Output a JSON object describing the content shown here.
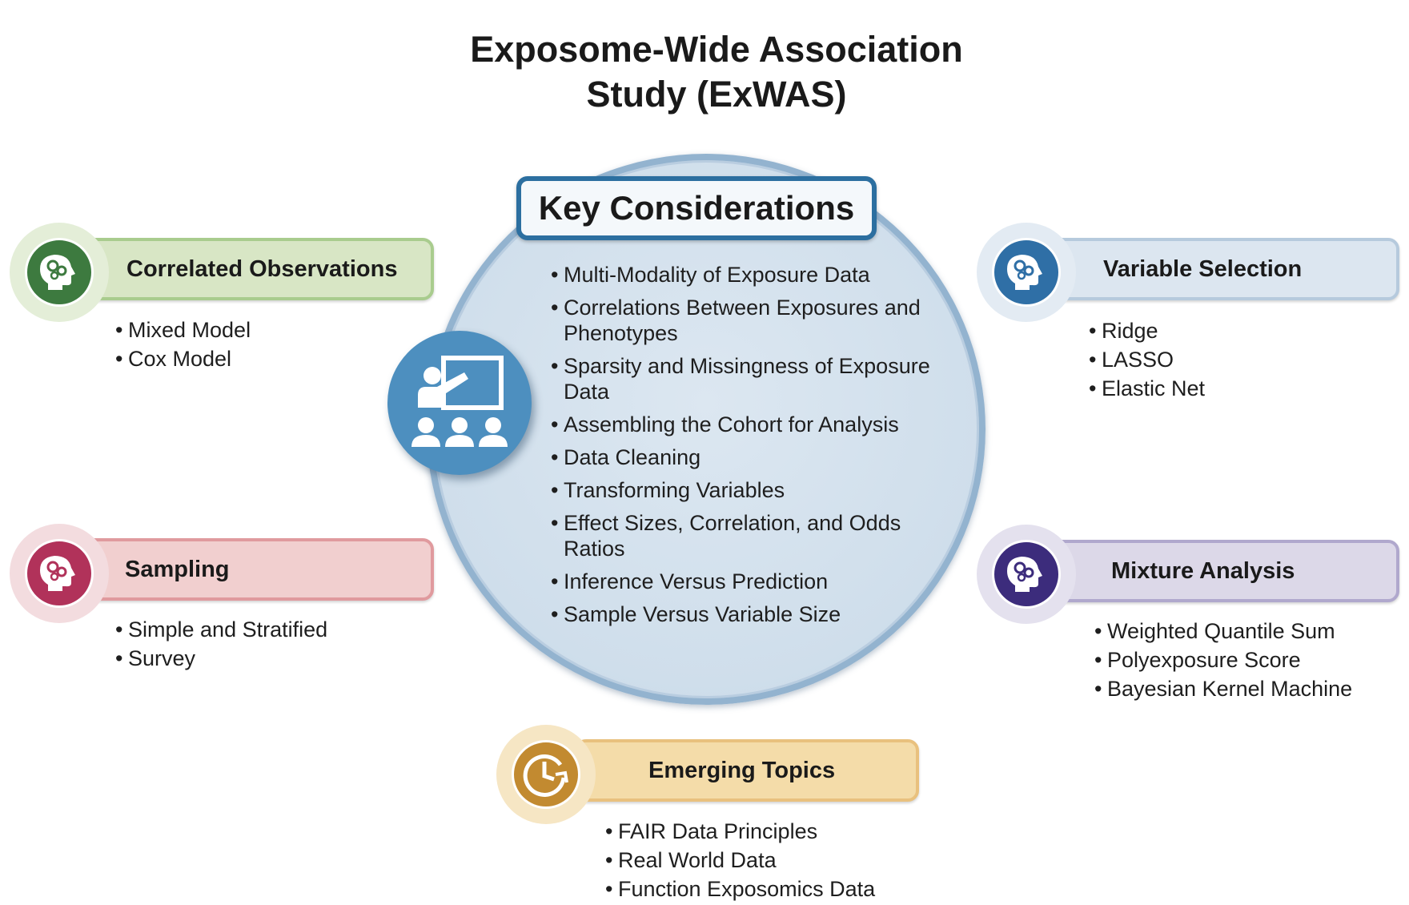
{
  "title": {
    "line1": "Exposome-Wide Association",
    "line2": "Study (ExWAS)"
  },
  "center": {
    "heading": "Key Considerations",
    "items": [
      "Multi-Modality of Exposure Data",
      "Correlations Between Exposures and Phenotypes",
      "Sparsity and Missingness of Exposure Data",
      "Assembling the Cohort for Analysis",
      "Data Cleaning",
      "Transforming Variables",
      "Effect Sizes, Correlation, and Odds Ratios",
      "Inference Versus Prediction",
      "Sample Versus Variable Size"
    ]
  },
  "topics": {
    "correlated": {
      "label": "Correlated Observations",
      "items": [
        "Mixed Model",
        "Cox Model"
      ],
      "icon": "head-gears-icon",
      "color": "#3d7a3f"
    },
    "sampling": {
      "label": "Sampling",
      "items": [
        "Simple and Stratified",
        "Survey"
      ],
      "icon": "head-gears-icon",
      "color": "#b1325a"
    },
    "variable": {
      "label": "Variable Selection",
      "items": [
        "Ridge",
        "LASSO",
        "Elastic Net"
      ],
      "icon": "head-gears-icon",
      "color": "#2f6fa6"
    },
    "mixture": {
      "label": "Mixture Analysis",
      "items": [
        "Weighted Quantile Sum",
        "Polyexposure Score",
        "Bayesian Kernel Machine"
      ],
      "icon": "head-gears-icon",
      "color": "#3c2c7c"
    },
    "emerging": {
      "label": "Emerging Topics",
      "items": [
        "FAIR Data Principles",
        "Real World Data",
        "Function Exposomics Data"
      ],
      "icon": "clock-arrow-icon",
      "color": "#c28a30"
    }
  }
}
